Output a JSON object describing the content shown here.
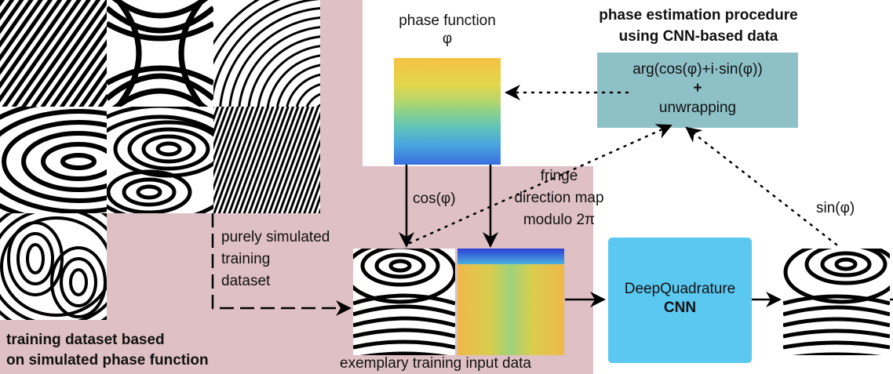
{
  "colors": {
    "training_panel": "#dfc0c4",
    "procedure_box": "#8ec1c7",
    "cnn_box": "#5ac8f0"
  },
  "labels": {
    "phase_function": "phase function φ",
    "procedure_title_line1": "phase estimation procedure",
    "procedure_title_line2": "using CNN-based data",
    "procedure_formula": "arg(cos(φ)+i·sin(φ))",
    "procedure_plus": "+",
    "procedure_unwrapping": "unwrapping",
    "cos_label": "cos(φ)",
    "sin_label": "sin(φ)",
    "fringe_line1": "fringe",
    "fringe_line2": "direction map",
    "fringe_line3": "modulo 2π",
    "simulated_line1": "purely simulated",
    "simulated_line2": "training",
    "simulated_line3": "dataset",
    "cnn_line1": "DeepQuadrature",
    "cnn_line2": "CNN",
    "training_title_line1": "training dataset based",
    "training_title_line2": "on simulated phase function",
    "input_caption": "exemplary training input data"
  }
}
